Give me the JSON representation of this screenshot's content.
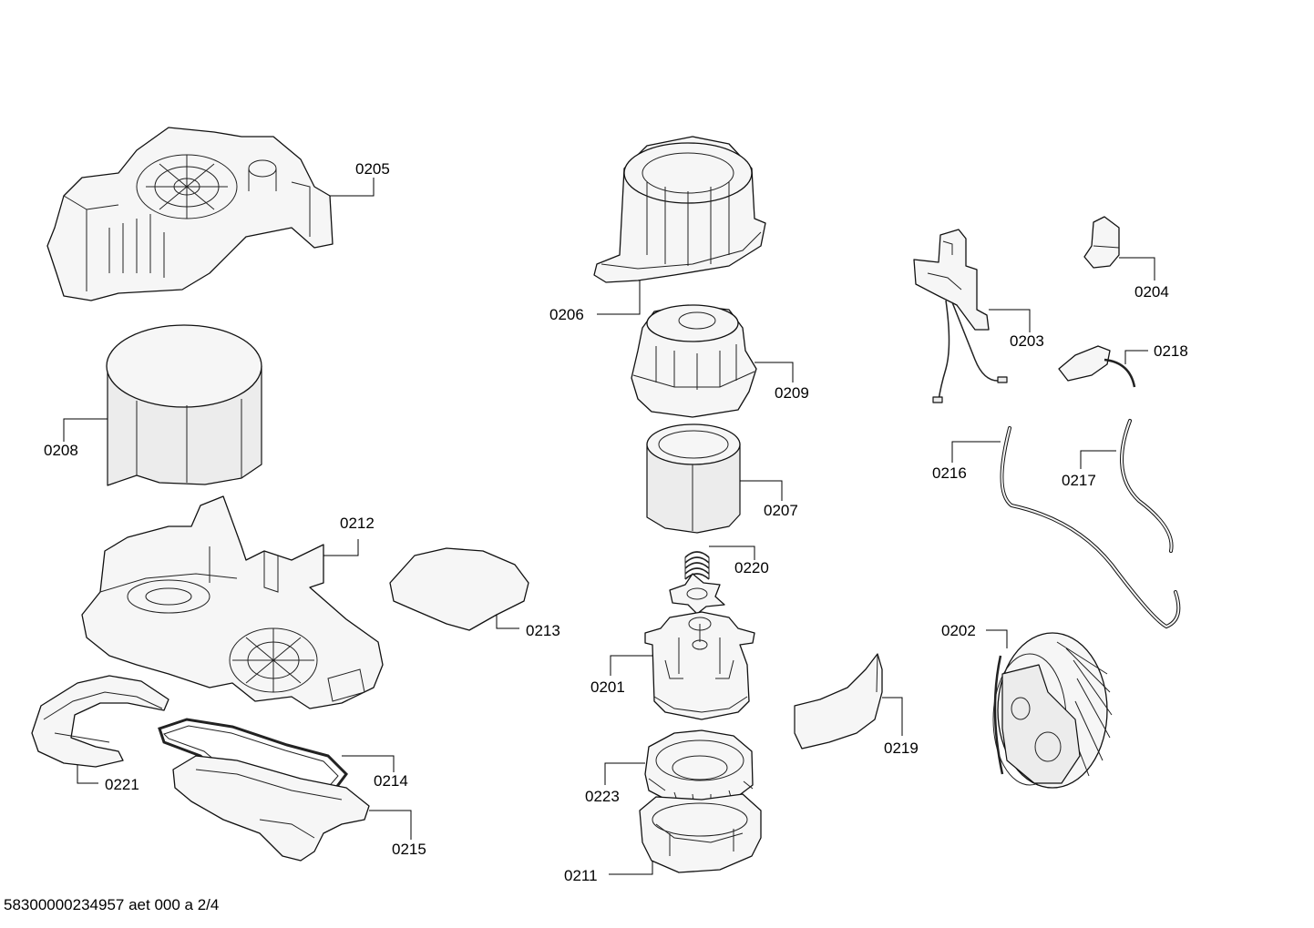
{
  "drawing": {
    "footer_text": "58300000234957 aet 000 a 2/4"
  },
  "parts": [
    {
      "id": "0205"
    },
    {
      "id": "0208"
    },
    {
      "id": "0212"
    },
    {
      "id": "0213"
    },
    {
      "id": "0221"
    },
    {
      "id": "0214"
    },
    {
      "id": "0215"
    },
    {
      "id": "0206"
    },
    {
      "id": "0209"
    },
    {
      "id": "0207"
    },
    {
      "id": "0220"
    },
    {
      "id": "0201"
    },
    {
      "id": "0223"
    },
    {
      "id": "0211"
    },
    {
      "id": "0219"
    },
    {
      "id": "0203"
    },
    {
      "id": "0204"
    },
    {
      "id": "0218"
    },
    {
      "id": "0216"
    },
    {
      "id": "0217"
    },
    {
      "id": "0202"
    }
  ]
}
